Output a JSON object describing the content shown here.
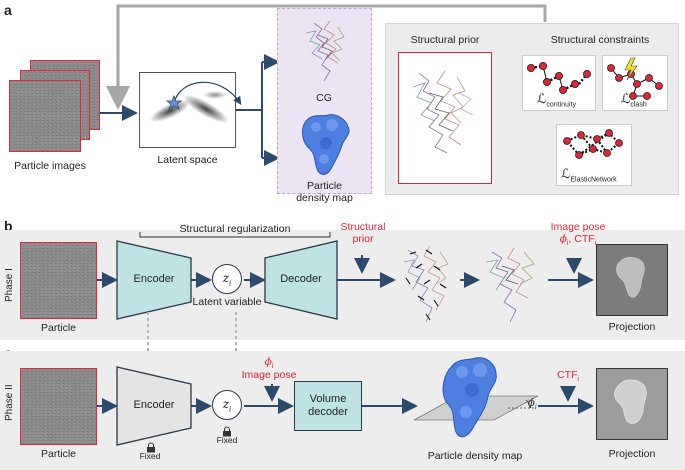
{
  "panel_a": {
    "letter": "a",
    "particle_images_label": "Particle images",
    "latent_space_label": "Latent space",
    "cg_label": "CG",
    "density_map_label_line1": "Particle",
    "density_map_label_line2": "density map",
    "structural_prior_label": "Structural prior",
    "structural_constraints_label": "Structural constraints",
    "loss_symbol": "ℒ",
    "loss_continuity_sub": "continuity",
    "loss_clash_sub": "clash",
    "loss_elastic_sub": "ElasticNetwork"
  },
  "panel_b": {
    "letter": "b",
    "phase_label": "Phase I",
    "particle_label": "Particle",
    "encoder_label": "Encoder",
    "decoder_label": "Decoder",
    "latent_symbol": "z",
    "latent_sub": "i",
    "latent_variable_label": "Latent variable",
    "structural_regularization_label": "Structural regularization",
    "structural_prior_line1": "Structural",
    "structural_prior_line2": "prior",
    "image_pose_line1": "Image pose",
    "image_pose_phi": "ϕ",
    "image_pose_sub": "i",
    "image_pose_ctf": ", CTF",
    "projection_label": "Projection"
  },
  "panel_c": {
    "letter": "c",
    "phase_label": "Phase II",
    "particle_label": "Particle",
    "encoder_label": "Encoder",
    "fixed_label": "Fixed",
    "latent_symbol": "z",
    "latent_sub": "i",
    "phi_symbol": "ϕ",
    "phi_sub": "i",
    "image_pose_label": "Image pose",
    "volume_decoder_line1": "Volume",
    "volume_decoder_line2": "decoder",
    "ctf_label": "CTF",
    "ctf_sub": "i",
    "density_map_label": "Particle density map",
    "projection_label": "Projection"
  },
  "colors": {
    "accent_red": "#e0243a",
    "teal_box": "#bfe3e3",
    "arrow_navy": "#2c4a6e",
    "density_blue": "#4d7fe0",
    "lavender": "#ece4f2",
    "panel_gray": "#ededed"
  }
}
